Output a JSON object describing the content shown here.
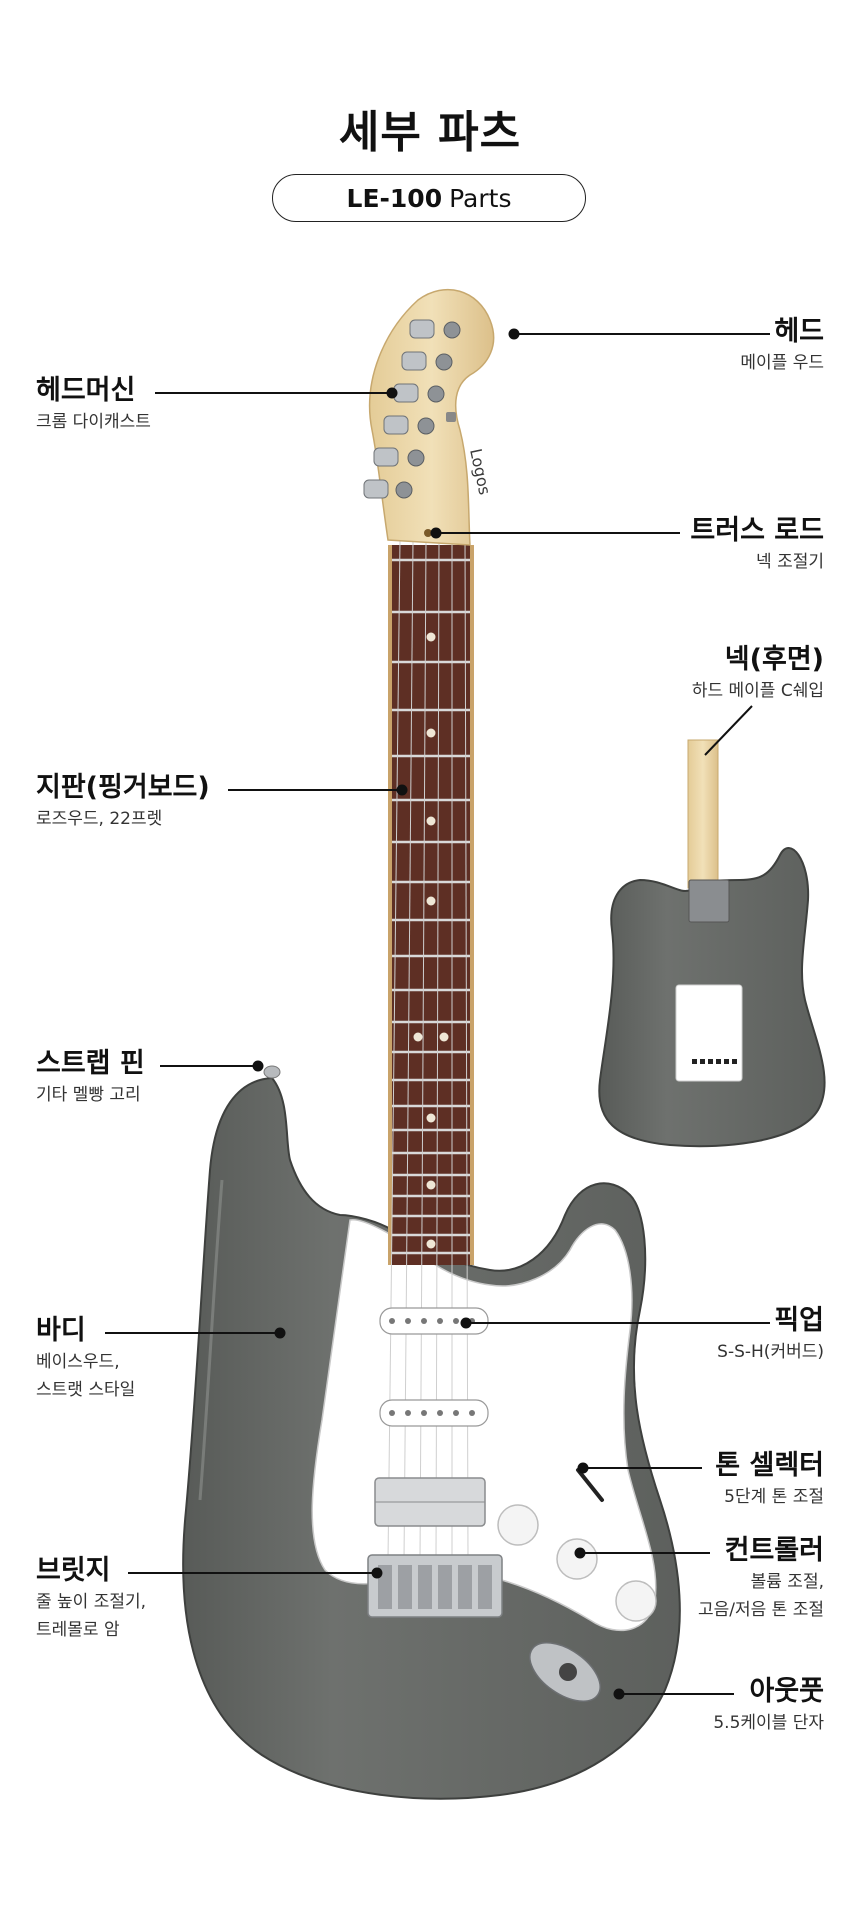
{
  "title": "세부 파츠",
  "model": {
    "name": "LE-100",
    "suffix": "Parts"
  },
  "brand": "Logos",
  "parts": {
    "head": {
      "title": "헤드",
      "desc": "메이플 우드"
    },
    "machine": {
      "title": "헤드머신",
      "desc": "크롬 다이캐스트"
    },
    "truss": {
      "title": "트러스 로드",
      "desc": "넥 조절기"
    },
    "neck_back": {
      "title": "넥(후면)",
      "desc": "하드 메이플 C쉐입"
    },
    "fingerboard": {
      "title": "지판(핑거보드)",
      "desc": "로즈우드, 22프렛"
    },
    "strap": {
      "title": "스트랩 핀",
      "desc": "기타 멜빵 고리"
    },
    "body": {
      "title": "바디",
      "desc1": "베이스우드,",
      "desc2": "스트랫 스타일"
    },
    "pickup": {
      "title": "픽업",
      "desc": "S-S-H(커버드)"
    },
    "tone_sel": {
      "title": "톤 셀렉터",
      "desc": "5단계 톤 조절"
    },
    "controller": {
      "title": "컨트롤러",
      "desc1": "볼륨 조절,",
      "desc2": "고음/저음 톤 조절"
    },
    "bridge": {
      "title": "브릿지",
      "desc1": "줄 높이 조절기,",
      "desc2": "트레몰로 암"
    },
    "output": {
      "title": "아웃풋",
      "desc": "5.5케이블 단자"
    }
  },
  "colors": {
    "body": "#6b6e6b",
    "maple": "#ead6a8",
    "rosewood": "#5e2f24",
    "pickguard": "#ffffff"
  }
}
